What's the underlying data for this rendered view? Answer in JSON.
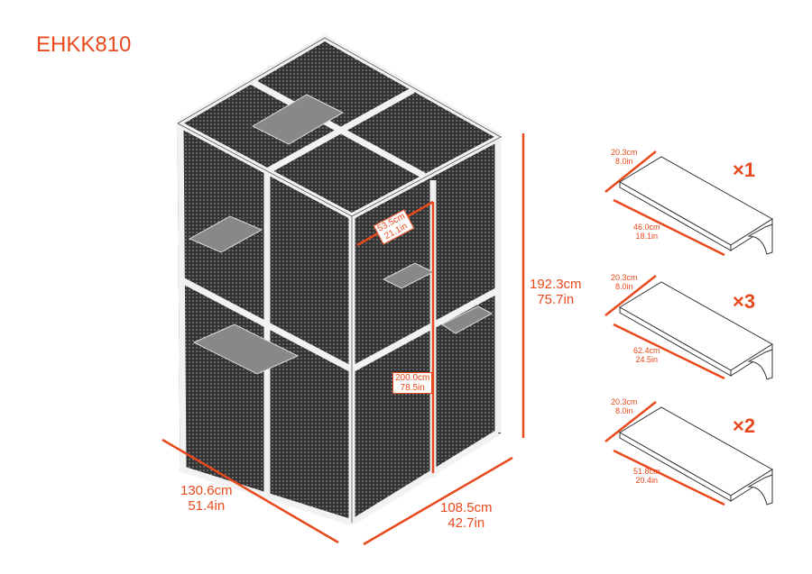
{
  "model": "EHKK810",
  "colors": {
    "accent": "#e8491d",
    "mesh": "#3a3a3a",
    "frame": "#f2f2f2"
  },
  "cage": {
    "height": {
      "cm": "192.3cm",
      "in": "75.7in"
    },
    "width": {
      "cm": "130.6cm",
      "in": "51.4in"
    },
    "depth": {
      "cm": "108.5cm",
      "in": "42.7in"
    },
    "door_width": {
      "cm": "53.5cm",
      "in": "21.1in"
    },
    "door_height": {
      "cm": "200.0cm",
      "in": "78.5in"
    }
  },
  "shelves": [
    {
      "qty": "×1",
      "width_cm": "20.3cm",
      "width_in": "8.0in",
      "length_cm": "46.0cm",
      "length_in": "18.1in"
    },
    {
      "qty": "×3",
      "width_cm": "20.3cm",
      "width_in": "8.0in",
      "length_cm": "62.4cm",
      "length_in": "24.5in"
    },
    {
      "qty": "×2",
      "width_cm": "20.3cm",
      "width_in": "8.0in",
      "length_cm": "51.8cm",
      "length_in": "20.4in"
    }
  ]
}
